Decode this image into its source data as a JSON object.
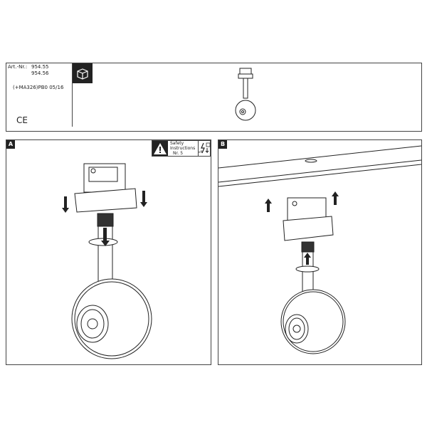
{
  "header": {
    "art_label": "Art.-Nr.:",
    "art_numbers": [
      "954.55",
      "954.56"
    ],
    "code": "(+MA326)PB0 05/16",
    "ce_mark": "CE",
    "package_icon": "package-box-icon"
  },
  "panels": [
    {
      "label": "A",
      "safety": {
        "title_line1": "Safety",
        "title_line2": "Instructions",
        "ref": "Nr. 5",
        "off_label": "off",
        "icons": [
          "warning-triangle-icon",
          "power-off-icon"
        ]
      }
    },
    {
      "label": "B"
    }
  ]
}
